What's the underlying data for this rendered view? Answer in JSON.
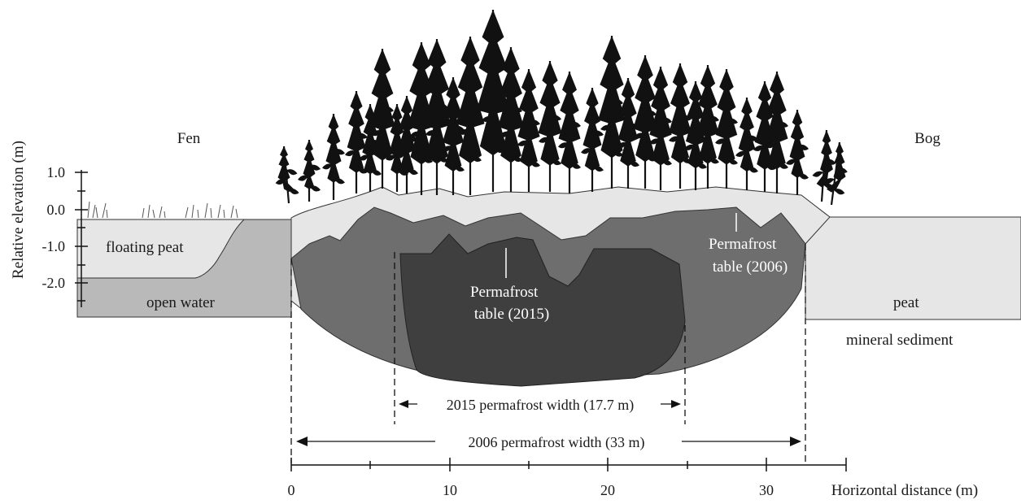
{
  "regions": {
    "fen": "Fen",
    "bog": "Bog",
    "floating_peat": "floating peat",
    "open_water": "open water",
    "peat": "peat",
    "mineral_sediment": "mineral sediment"
  },
  "permafrost": {
    "table_2015": [
      "Permafrost",
      "table (2015)"
    ],
    "table_2006": [
      "Permafrost",
      "table (2006)"
    ],
    "width_2015": "2015 permafrost width (17.7 m)",
    "width_2006": "2006 permafrost width (33 m)"
  },
  "y_axis": {
    "label": "Relative elevation (m)",
    "tick_labels": [
      "1.0",
      "0.0",
      "-1.0",
      "-2.0"
    ]
  },
  "x_axis": {
    "label": "Horizontal distance (m)",
    "tick_labels": [
      "0",
      "10",
      "20",
      "30"
    ]
  },
  "colors": {
    "surface_peat": "#e6e6e6",
    "water": "#b9b9b9",
    "permafrost_2006": "#6e6e6e",
    "permafrost_2015": "#3f3f3f",
    "trees": "#111111"
  }
}
